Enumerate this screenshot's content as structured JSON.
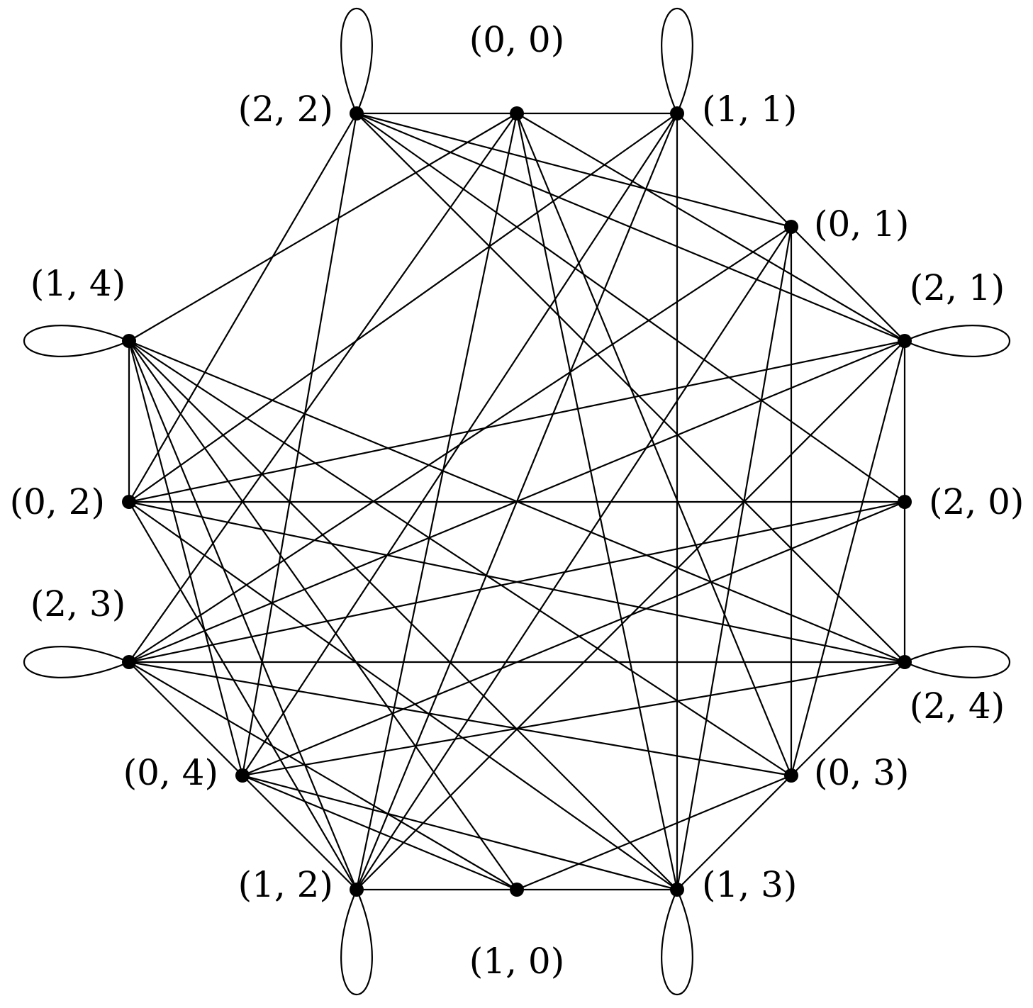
{
  "diagram": {
    "type": "graph",
    "vertices": [
      {
        "id": "v00",
        "label": "(0, 0)",
        "loop": false
      },
      {
        "id": "v11",
        "label": "(1, 1)",
        "loop": true
      },
      {
        "id": "v01",
        "label": "(0, 1)",
        "loop": false
      },
      {
        "id": "v21",
        "label": "(2, 1)",
        "loop": true
      },
      {
        "id": "v20",
        "label": "(2, 0)",
        "loop": false
      },
      {
        "id": "v24",
        "label": "(2, 4)",
        "loop": true
      },
      {
        "id": "v03",
        "label": "(0, 3)",
        "loop": false
      },
      {
        "id": "v13",
        "label": "(1, 3)",
        "loop": true
      },
      {
        "id": "v10",
        "label": "(1, 0)",
        "loop": false
      },
      {
        "id": "v12",
        "label": "(1, 2)",
        "loop": true
      },
      {
        "id": "v04",
        "label": "(0, 4)",
        "loop": false
      },
      {
        "id": "v23",
        "label": "(2, 3)",
        "loop": true
      },
      {
        "id": "v02",
        "label": "(0, 2)",
        "loop": false
      },
      {
        "id": "v14",
        "label": "(1, 4)",
        "loop": true
      },
      {
        "id": "v22",
        "label": "(2, 2)",
        "loop": true
      }
    ],
    "edges": [
      [
        "v22",
        "v00"
      ],
      [
        "v00",
        "v11"
      ],
      [
        "v12",
        "v10"
      ],
      [
        "v10",
        "v13"
      ],
      [
        "v14",
        "v02"
      ],
      [
        "v21",
        "v20"
      ],
      [
        "v20",
        "v24"
      ],
      [
        "v02",
        "v20"
      ],
      [
        "v23",
        "v24"
      ],
      [
        "v11",
        "v13"
      ],
      [
        "v22",
        "v01"
      ],
      [
        "v22",
        "v21"
      ],
      [
        "v22",
        "v20"
      ],
      [
        "v22",
        "v24"
      ],
      [
        "v22",
        "v04"
      ],
      [
        "v22",
        "v02"
      ],
      [
        "v00",
        "v14"
      ],
      [
        "v00",
        "v23"
      ],
      [
        "v00",
        "v12"
      ],
      [
        "v00",
        "v03"
      ],
      [
        "v00",
        "v13"
      ],
      [
        "v00",
        "v21"
      ],
      [
        "v11",
        "v01"
      ],
      [
        "v11",
        "v02"
      ],
      [
        "v11",
        "v04"
      ],
      [
        "v11",
        "v12"
      ],
      [
        "v01",
        "v21"
      ],
      [
        "v01",
        "v03"
      ],
      [
        "v01",
        "v13"
      ],
      [
        "v01",
        "v12"
      ],
      [
        "v01",
        "v23"
      ],
      [
        "v21",
        "v02"
      ],
      [
        "v21",
        "v03"
      ],
      [
        "v21",
        "v12"
      ],
      [
        "v21",
        "v23"
      ],
      [
        "v20",
        "v23"
      ],
      [
        "v20",
        "v04"
      ],
      [
        "v24",
        "v03"
      ],
      [
        "v24",
        "v02"
      ],
      [
        "v24",
        "v04"
      ],
      [
        "v24",
        "v14"
      ],
      [
        "v03",
        "v13"
      ],
      [
        "v03",
        "v23"
      ],
      [
        "v03",
        "v14"
      ],
      [
        "v13",
        "v04"
      ],
      [
        "v13",
        "v14"
      ],
      [
        "v13",
        "v02"
      ],
      [
        "v10",
        "v04"
      ],
      [
        "v10",
        "v14"
      ],
      [
        "v10",
        "v23"
      ],
      [
        "v10",
        "v03"
      ],
      [
        "v12",
        "v23"
      ],
      [
        "v12",
        "v02"
      ],
      [
        "v12",
        "v14"
      ],
      [
        "v04",
        "v14"
      ]
    ]
  }
}
